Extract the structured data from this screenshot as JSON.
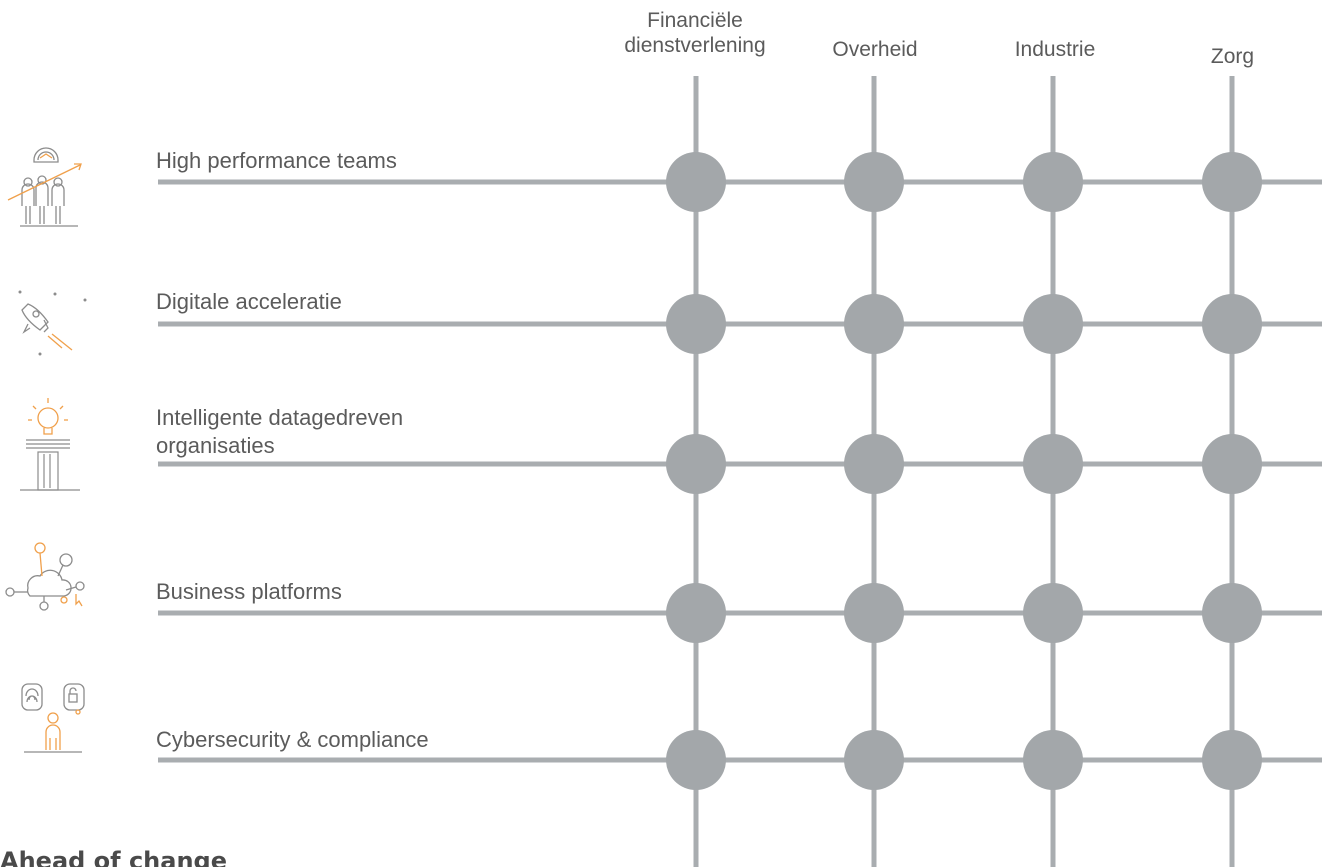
{
  "columns": [
    {
      "label": "Financiële\ndienstverlening"
    },
    {
      "label": "Overheid"
    },
    {
      "label": "Industrie"
    },
    {
      "label": "Zorg"
    }
  ],
  "rows": [
    {
      "label": "High performance teams",
      "icon": "team-performance-icon"
    },
    {
      "label": "Digitale acceleratie",
      "icon": "rocket-icon"
    },
    {
      "label": "Intelligente datagedreven\norganisaties",
      "icon": "lightbulb-data-icon"
    },
    {
      "label": "Business platforms",
      "icon": "cloud-network-icon"
    },
    {
      "label": "Cybersecurity & compliance",
      "icon": "fingerprint-lock-icon"
    }
  ],
  "footer": {
    "title": "Ahead of change"
  },
  "colors": {
    "grid": "#a9adb0",
    "node": "#a3a7aa",
    "icon_line": "#8c8c8c",
    "icon_accent": "#f0a04b",
    "text": "#5b5b5b"
  }
}
